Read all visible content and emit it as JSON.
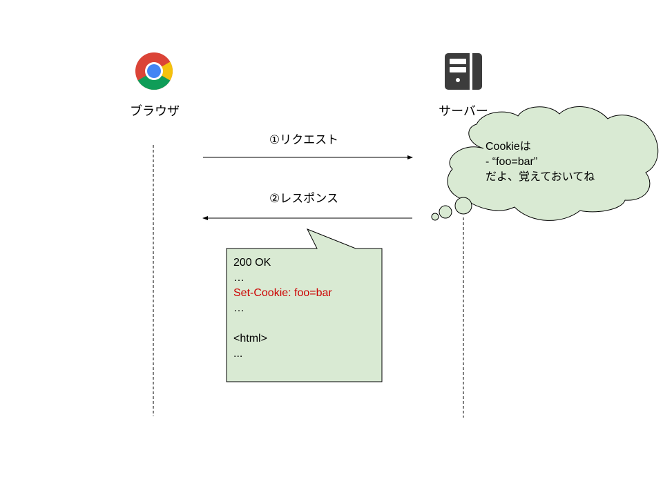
{
  "actors": {
    "browser": {
      "label": "ブラウザ",
      "icon": "chrome-logo-icon"
    },
    "server": {
      "label": "サーバー",
      "icon": "server-tower-icon"
    }
  },
  "messages": [
    {
      "label": "①リクエスト",
      "direction": "browser-to-server"
    },
    {
      "label": "②レスポンス",
      "direction": "server-to-browser"
    }
  ],
  "response_note": {
    "lines": [
      "200 OK",
      "…",
      "Set-Cookie: foo=bar",
      "…",
      "",
      "<html>",
      "..."
    ],
    "highlight_line": "Set-Cookie: foo=bar",
    "highlight_color": "#cc0000"
  },
  "server_thought": {
    "lines": [
      "Cookieは",
      "- “foo=bar”",
      "だよ、覚えておいてね"
    ]
  },
  "colors": {
    "note_fill": "#d9ead3",
    "stroke": "#000000",
    "server_icon": "#3c3c3c",
    "chrome_red": "#db4437",
    "chrome_yellow": "#f4c20d",
    "chrome_green": "#0f9d58",
    "chrome_blue": "#4285f4"
  }
}
